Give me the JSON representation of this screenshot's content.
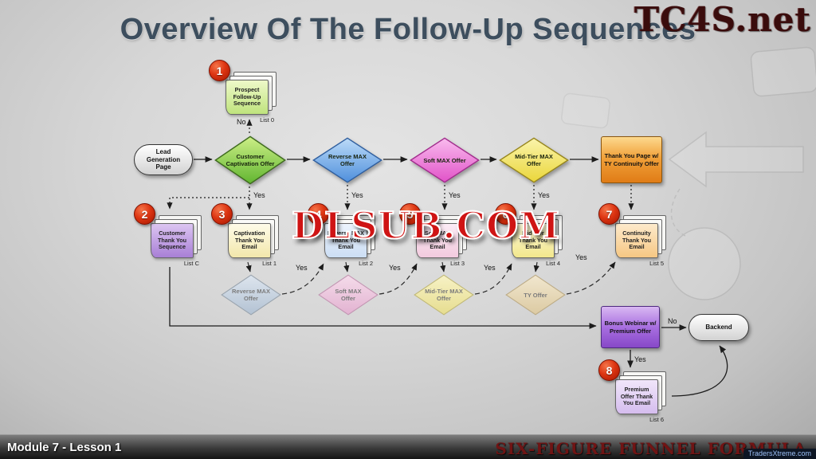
{
  "title": "Overview Of The Follow-Up Sequences",
  "watermarks": {
    "top_right": "TC4S.net",
    "center": "DLSUB.COM",
    "bottom_right": "TradersXtreme.com"
  },
  "footer": {
    "left": "Module 7 - Lesson 1",
    "right": "SIX-FIGURE FUNNEL FORMULA"
  },
  "colors": {
    "badge_red": "#d02b10",
    "title_slate": "#3d4e5e",
    "brand_maroon": "#701414",
    "watermark_red": "#cf1414"
  },
  "nodes": {
    "lead_gen": {
      "label": "Lead Generation Page"
    },
    "captivation": {
      "label": "Customer Captivation Offer"
    },
    "reverse_max": {
      "label": "Reverse MAX Offer"
    },
    "soft_max": {
      "label": "Soft MAX Offer"
    },
    "midtier_max": {
      "label": "Mid-Tier MAX Offer"
    },
    "ty_page": {
      "label": "Thank You Page w/ TY Continuity Offer"
    },
    "prospect_seq": {
      "badge": "1",
      "label": "Prospect Follow-Up Sequence",
      "list": "List 0"
    },
    "customer_seq": {
      "badge": "2",
      "label": "Customer Thank You Sequence",
      "list": "List C"
    },
    "captivation_email": {
      "badge": "3",
      "label": "Captivation Thank You Email",
      "list": "List 1"
    },
    "reverse_email": {
      "badge": "4",
      "label": "Reverse MAX Thank You Email",
      "list": "List 2"
    },
    "soft_email": {
      "badge": "5",
      "label": "Soft MAX Thank You Email",
      "list": "List 3"
    },
    "midtier_email": {
      "badge": "6",
      "label": "Mid Tier Thank You Email",
      "list": "List 4"
    },
    "continuity_email": {
      "badge": "7",
      "label": "Continuity Thank You Email",
      "list": "List 5"
    },
    "reverse_offer_b": {
      "label": "Reverse MAX Offer"
    },
    "soft_offer_b": {
      "label": "Soft MAX Offer"
    },
    "midtier_offer_b": {
      "label": "Mid-Tier MAX Offer"
    },
    "ty_offer_b": {
      "label": "TY Offer"
    },
    "bonus_webinar": {
      "label": "Bonus Webinar w/ Premium Offer"
    },
    "backend": {
      "label": "Backend"
    },
    "premium_email": {
      "badge": "8",
      "label": "Premium Offer Thank You Email",
      "list": "List 6"
    }
  },
  "edge_labels": {
    "prospect_no": "No",
    "captivation_yes": "Yes",
    "reverse_yes": "Yes",
    "soft_yes": "Yes",
    "midtier_yes": "Yes",
    "reverse_loop_yes": "Yes",
    "soft_loop_yes": "Yes",
    "midtier_loop_yes": "Yes",
    "ty_loop_yes": "Yes",
    "backend_no": "No",
    "premium_yes": "Yes"
  }
}
